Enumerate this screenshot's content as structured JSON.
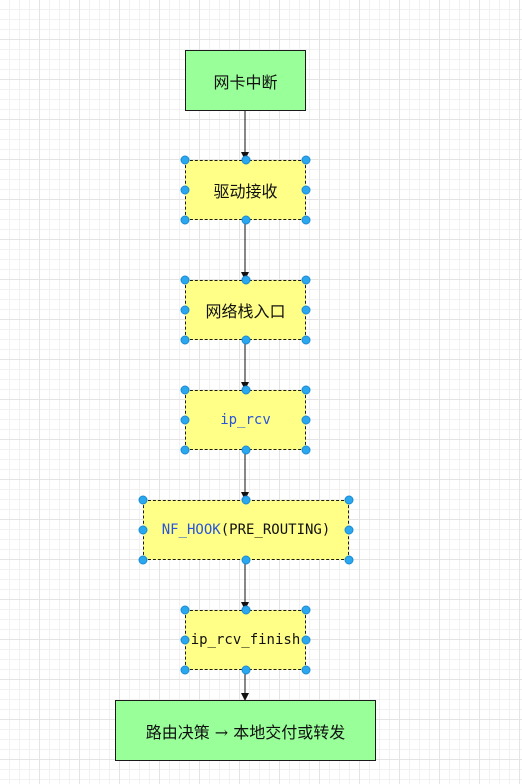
{
  "nodes": {
    "nic_interrupt": "网卡中断",
    "driver_receive": "驱动接收",
    "stack_entry": "网络栈入口",
    "ip_rcv": "ip_rcv",
    "nf_hook_func": "NF_HOOK",
    "nf_hook_args": "(PRE_ROUTING)",
    "ip_rcv_finish": "ip_rcv_finish",
    "routing_decision": "路由决策 → 本地交付或转发"
  },
  "colors": {
    "start_end_fill": "#99ff99",
    "process_fill": "#ffff88",
    "function_text": "#2a55d8",
    "selection_handle": "#29a8f0"
  }
}
